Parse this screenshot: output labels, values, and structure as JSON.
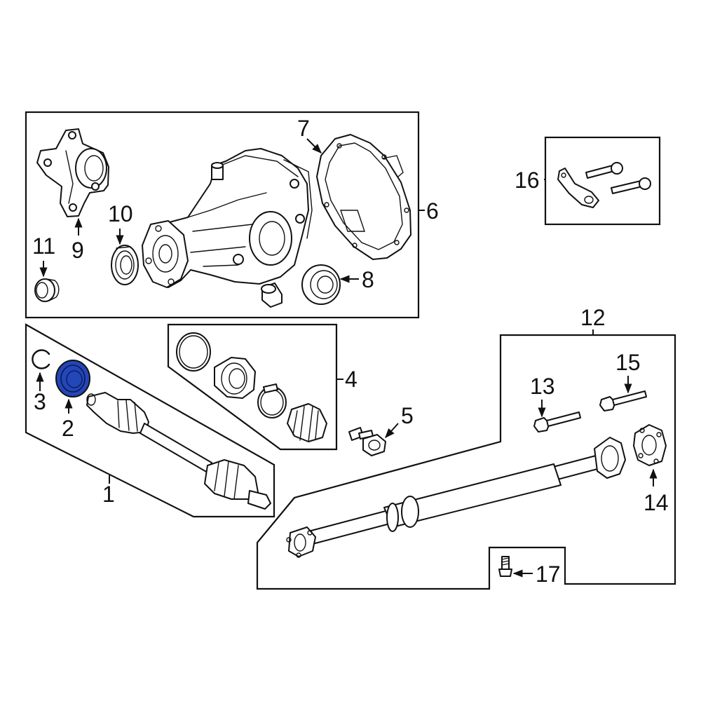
{
  "diagram": {
    "highlight_color": "#2346b8",
    "line_color": "#111111",
    "highlighted_part": "2",
    "callouts": {
      "c1": "1",
      "c2": "2",
      "c3": "3",
      "c4": "4",
      "c5": "5",
      "c6": "6",
      "c7": "7",
      "c8": "8",
      "c9": "9",
      "c10": "10",
      "c11": "11",
      "c12": "12",
      "c13": "13",
      "c14": "14",
      "c15": "15",
      "c16": "16",
      "c17": "17"
    }
  }
}
